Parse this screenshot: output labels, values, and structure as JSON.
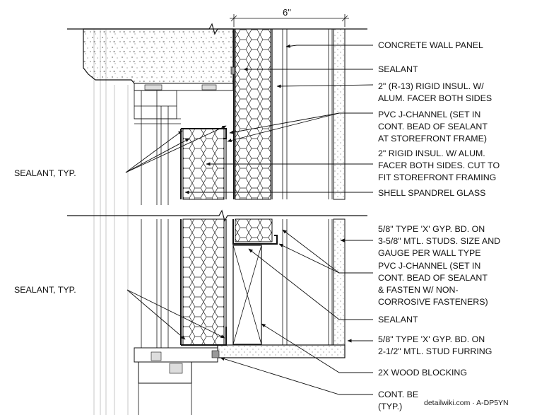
{
  "dimension": {
    "label": "6\""
  },
  "callouts_right": [
    {
      "lines": [
        "CONCRETE WALL PANEL"
      ]
    },
    {
      "lines": [
        "SEALANT"
      ]
    },
    {
      "lines": [
        "2\" (R-13) RIGID INSUL. W/",
        "ALUM. FACER BOTH SIDES"
      ]
    },
    {
      "lines": [
        "PVC J-CHANNEL (SET IN",
        "CONT. BEAD OF SEALANT",
        "AT STOREFRONT FRAME)"
      ]
    },
    {
      "lines": [
        "2\" RIGID INSUL. W/ ALUM.",
        "FACER BOTH SIDES. CUT TO",
        "FIT STOREFRONT FRAMING"
      ]
    },
    {
      "lines": [
        "SHELL SPANDREL GLASS"
      ]
    },
    {
      "lines": [
        "5/8\" TYPE 'X' GYP. BD. ON",
        "3-5/8\" MTL. STUDS. SIZE AND",
        "GAUGE PER WALL TYPE"
      ]
    },
    {
      "lines": [
        "PVC J-CHANNEL (SET IN",
        "CONT. BEAD OF SEALANT",
        "& FASTEN W/ NON-",
        "CORROSIVE FASTENERS)"
      ]
    },
    {
      "lines": [
        "SEALANT"
      ]
    },
    {
      "lines": [
        "5/8\" TYPE 'X' GYP. BD. ON",
        "2-1/2\" MTL. STUD FURRING"
      ]
    },
    {
      "lines": [
        "2X WOOD BLOCKING"
      ]
    },
    {
      "lines": [
        "CONT. BE",
        "(TYP.)"
      ]
    }
  ],
  "callouts_left": [
    {
      "lines": [
        "SEALANT, TYP."
      ]
    },
    {
      "lines": [
        "SEALANT, TYP."
      ]
    }
  ],
  "watermark": "detailwiki.com · A-DP5YN"
}
